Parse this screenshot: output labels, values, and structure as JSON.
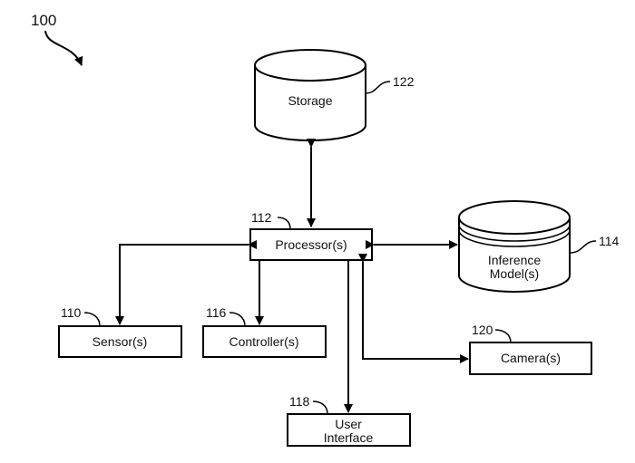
{
  "figure": {
    "reference": "100"
  },
  "nodes": {
    "storage": {
      "label": "Storage",
      "ref": "122"
    },
    "processor": {
      "label": "Processor(s)",
      "ref": "112"
    },
    "inference_model": {
      "label_line1": "Inference",
      "label_line2": "Model(s)",
      "ref": "114"
    },
    "sensor": {
      "label": "Sensor(s)",
      "ref": "110"
    },
    "controller": {
      "label": "Controller(s)",
      "ref": "116"
    },
    "camera": {
      "label": "Camera(s)",
      "ref": "120"
    },
    "user_interface": {
      "label_line1": "User",
      "label_line2": "Interface",
      "ref": "118"
    }
  },
  "connections": [
    {
      "from": "storage",
      "to": "processor",
      "direction": "bidirectional"
    },
    {
      "from": "processor",
      "to": "inference_model",
      "direction": "bidirectional"
    },
    {
      "from": "processor",
      "to": "sensor",
      "direction": "bidirectional"
    },
    {
      "from": "processor",
      "to": "controller",
      "direction": "to"
    },
    {
      "from": "processor",
      "to": "user_interface",
      "direction": "to"
    },
    {
      "from": "processor",
      "to": "camera",
      "direction": "bidirectional"
    }
  ]
}
